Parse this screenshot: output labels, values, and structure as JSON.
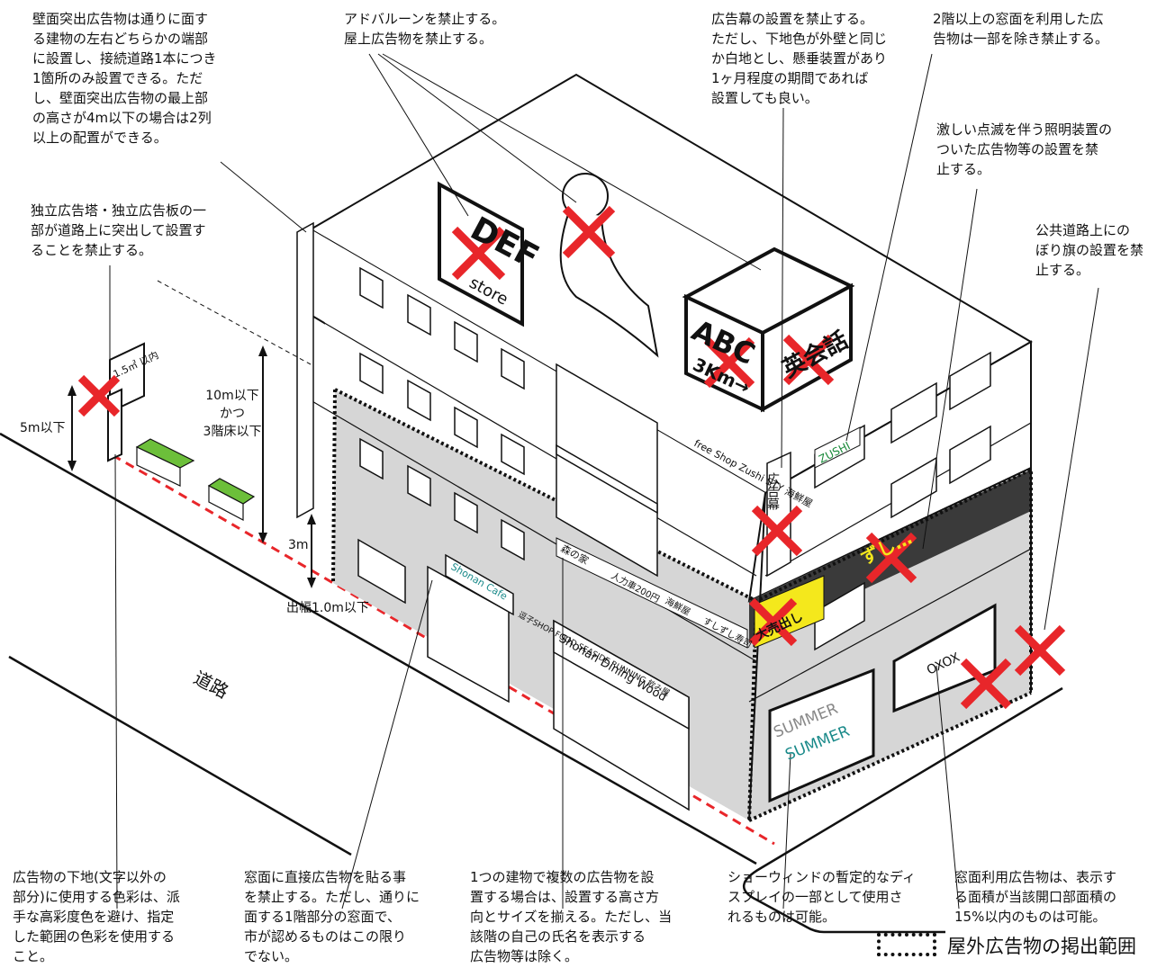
{
  "notes": {
    "wall_projecting": "壁面突出広告物は通りに面す\nる建物の左右どちらかの端部\nに設置し、接続道路1本につき\n1箇所のみ設置できる。ただ\nし、壁面突出広告物の最上部\nの高さが4m以下の場合は2列\n以上の配置ができる。",
    "balloon": "アドバルーンを禁止する。\n屋上広告物を禁止する。",
    "banner": "広告幕の設置を禁止する。\nただし、下地色が外壁と同じ\nか白地とし、懸垂装置があり\n1ヶ月程度の期間であれば\n設置しても良い。",
    "upper_window": "2階以上の窓面を利用した広\n告物は一部を除き禁止する。",
    "flashing": "激しい点滅を伴う照明装置の\nついた広告物等の設置を禁\n止する。",
    "nobori": "公共道路上にの\nぼり旗の設置を禁\n止する。",
    "standalone": "独立広告塔・独立広告板の一\n部が道路上に突出して設置す\nることを禁止する。",
    "base_color": "広告物の下地(文字以外の\n部分)に使用する色彩は、派\n手な高彩度色を避け、指定\nした範囲の色彩を使用する\nこと。",
    "window_direct": "窓面に直接広告物を貼る事\nを禁止する。ただし、通りに\n面する1階部分の窓面で、\n市が認めるものはこの限り\nでない。",
    "multiple": "1つの建物で複数の広告物を設\n置する場合は、設置する高さ方\n向とサイズを揃える。ただし、当\n該階の自己の氏名を表示する\n広告物等は除く。",
    "showwindow": "ショーウィンドの暫定的なディ\nスプレイの一部として使用さ\nれるものは可能。",
    "window_use": "窓面利用広告物は、表示す\nる面積が当該開口部面積の\n15%以内のものは可能。"
  },
  "dimensions": {
    "height_5m": "5m以下",
    "height_10m": "10m以下\nかつ\n3階床以下",
    "height_3m": "3m",
    "overhang": "出幅1.0m以下"
  },
  "road_label": "道路",
  "legend_label": "屋外広告物の掲出範囲",
  "signs": {
    "standalone_board": "1.5㎡\n以内",
    "def": "DEF",
    "def_store": "store",
    "abc": "ABC",
    "abc_distance": "3Km→",
    "cube_side": "英会話",
    "banner_vertical": "広告幕",
    "zushi": "ZUSHI",
    "free_shop": "free Shop\nZushi STY\n海鮮屋",
    "morinoie": "森の家",
    "jinrikisha": "人力車200円",
    "kaisenya": "海鮮屋",
    "sushi": "すしずし寿司",
    "shonan_cafe": "Shonan Cafe",
    "zushi_shop": "逗子SHOP\nFOOD\nSEASIDE\nRUNNING\n飲み屋",
    "shonan_dining": "Shonan Dining Wood",
    "summer1": "SUMMER",
    "summer2": "SUMMER",
    "oxox": "OXOX",
    "flashing_sign": "ずし…",
    "yellow_sign": "大売出し"
  },
  "colors": {
    "prohibit": "#e8262a",
    "facade_gray": "#d6d6d6",
    "band_dark": "#3a3a3a",
    "dotted": "#111111",
    "yellow": "#f4e81c",
    "teal": "#1a8a8a",
    "green": "#4aa52c"
  }
}
